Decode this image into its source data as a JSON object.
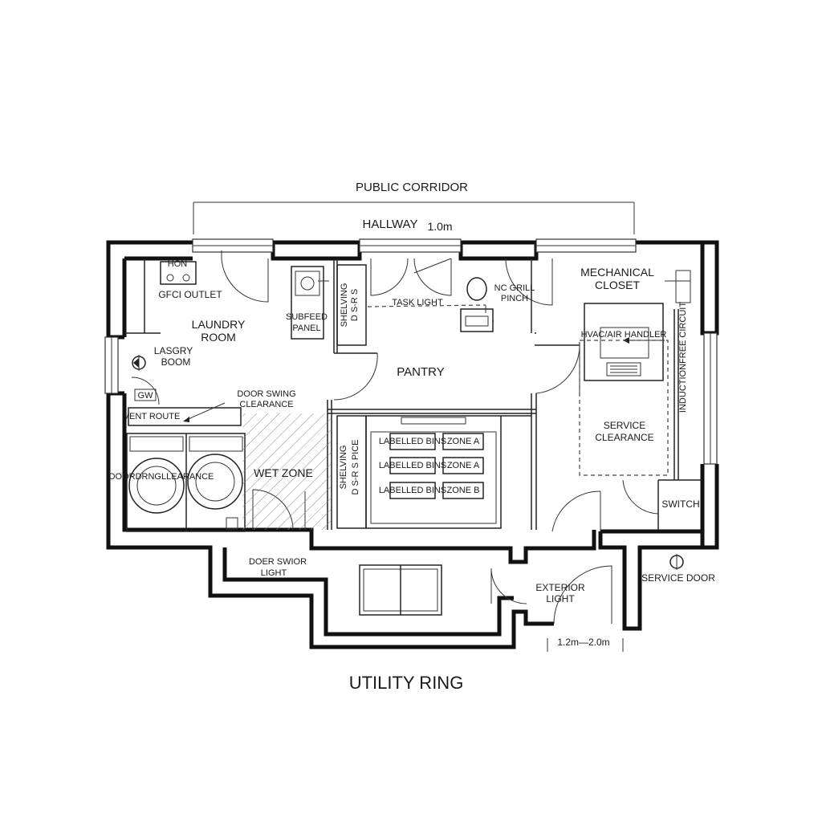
{
  "labels": {
    "public_corridor": "PUBLIC CORRIDOR",
    "hallway": "HALLWAY",
    "hallway_dim": "1.0m",
    "gfci_outlet": "GFCI OUTLET",
    "hon": "HON",
    "laundry_room_1": "LAUNDRY",
    "laundry_room_2": "ROOM",
    "lasgry_boom_1": "LASGRY",
    "lasgry_boom_2": "BOOM",
    "subfeed_1": "SUBFEED",
    "subfeed_2": "PANEL",
    "shelving_top_1": "SHELVING",
    "shelving_top_2": "D S-R S",
    "task_light": "TASK LIGHT",
    "nc_grill_1": "NC GRILL",
    "nc_grill_2": "PINCH",
    "mech_closet_1": "MECHANICAL",
    "mech_closet_2": "CLOSET",
    "pantry": "PANTRY",
    "hvac": "HVAC/AIR HANDLER",
    "induction": "INDUCTIONFREE CIRCUIT",
    "gw": "GW",
    "vent_route": "VENT ROUTE",
    "door_swing_1": "DOOR SWING",
    "door_swing_2": "CLEARANCE",
    "service_clear_1": "SERVICE",
    "service_clear_2": "CLEARANCE",
    "door_clearance": "DOORDRNGLLEARANCE",
    "wet_zone": "WET ZONE",
    "shelving_side_1": "SHELVING",
    "shelving_side_2": "D S-R S PICE",
    "bins": [
      "LABELLED BINS",
      "LABELLED BINS",
      "LABELLED BINS"
    ],
    "zones": [
      "ZONE A",
      "ZONE A",
      "ZONE B"
    ],
    "switch": "SWITCH",
    "door_sensor_1": "DOER SWIOR",
    "door_sensor_2": "LIGHT",
    "exterior_1": "EXTERIOR",
    "exterior_2": "LIGHT",
    "service_door": "SERVICE DOOR",
    "dim_bottom": "1.2m—2.0m",
    "title": "UTILITY RING"
  }
}
